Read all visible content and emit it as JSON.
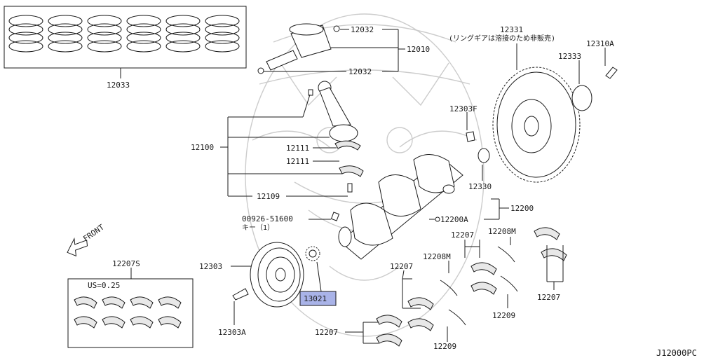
{
  "diagram_code": "J12000PC",
  "highlight_color": "#a9b3e8",
  "labels": {
    "p12033": "12033",
    "p12032a": "12032",
    "p12032b": "12032",
    "p12010": "12010",
    "p12331": "12331",
    "p12331_note": "(リングギアは溶接のため非販売)",
    "p12333": "12333",
    "p12310A": "12310A",
    "p12100": "12100",
    "p12111a": "12111",
    "p12111b": "12111",
    "p12109": "12109",
    "p12303F": "12303F",
    "p12330": "12330",
    "p12200": "12200",
    "p12200A": "12200A",
    "p00926": "00926-51600",
    "p00926_note": "キー（1）",
    "p12303": "12303",
    "p13021": "13021",
    "p12303A": "12303A",
    "p12207S": "12207S",
    "us": "US=0.25",
    "p12207a": "12207",
    "p12207b": "12207",
    "p12207c": "12207",
    "p12207d": "12207",
    "p12208Ma": "12208M",
    "p12208Mb": "12208M",
    "p12209a": "12209",
    "p12209b": "12209",
    "front": "FRONT"
  }
}
